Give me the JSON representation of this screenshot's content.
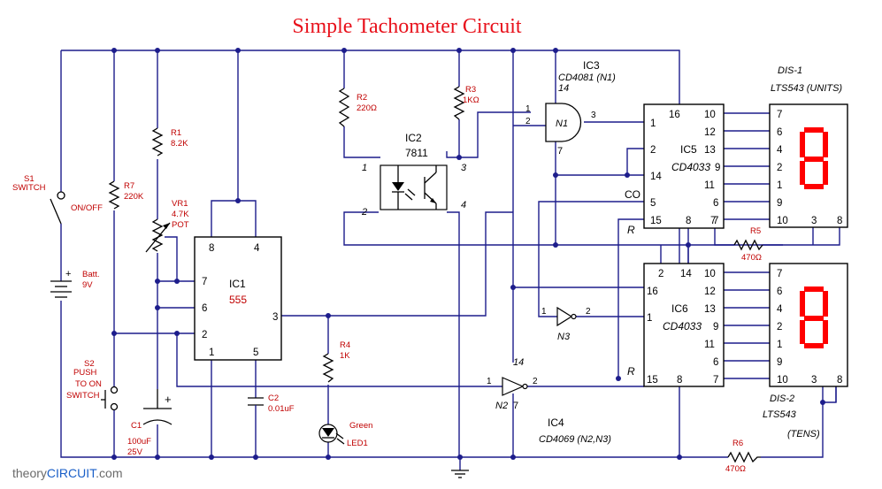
{
  "title": "Simple Tachometer Circuit",
  "watermark": {
    "prefix": "theory",
    "brand": "CIRCUIT",
    "suffix": ".com"
  },
  "s1": {
    "ref": "S1",
    "name": "SWITCH",
    "label": "ON/OFF"
  },
  "batt": {
    "name": "Batt.",
    "value": "9V",
    "plus": "+"
  },
  "s2": {
    "ref": "S2",
    "name1": "PUSH",
    "name2": "TO ON",
    "name3": "SWITCH"
  },
  "r7": {
    "ref": "R7",
    "value": "220K"
  },
  "r1": {
    "ref": "R1",
    "value": "8.2K"
  },
  "vr1": {
    "ref": "VR1",
    "value": "4.7K",
    "type": "POT"
  },
  "r2": {
    "ref": "R2",
    "value": "220Ω"
  },
  "r3": {
    "ref": "R3",
    "value": "1KΩ"
  },
  "ic2": {
    "ref": "IC2",
    "part": "7811",
    "pin1": "1",
    "pin2": "2",
    "pin3": "3",
    "pin4": "4"
  },
  "ic1": {
    "ref": "IC1",
    "part": "555",
    "pins": [
      "8",
      "4",
      "7",
      "6",
      "2",
      "1",
      "5",
      "3"
    ]
  },
  "r4": {
    "ref": "R4",
    "value": "1K"
  },
  "c1": {
    "ref": "C1",
    "value": "100uF",
    "voltage": "25V",
    "plus": "+"
  },
  "c2": {
    "ref": "C2",
    "value": "0.01uF"
  },
  "led1": {
    "ref": "LED1",
    "color": "Green"
  },
  "ic3": {
    "ref": "IC3",
    "part": "CD4081 (N1)",
    "gate": "N1",
    "pin14": "14",
    "pin7": "7",
    "pin1": "1",
    "pin2": "2",
    "pin3": "3"
  },
  "ic5": {
    "ref": "IC5",
    "part": "CD4033",
    "left_pins": [
      "1",
      "2",
      "14",
      "5",
      "15"
    ],
    "top_pin": "16",
    "bottom_pins": [
      "8",
      "7"
    ],
    "right_pins": [
      "10",
      "12",
      "13",
      "9",
      "11",
      "6",
      "7"
    ]
  },
  "ic6": {
    "ref": "IC6",
    "part": "CD4033",
    "top_pins": [
      "2",
      "14"
    ],
    "left_pins": [
      "16",
      "1",
      "15"
    ],
    "bottom_pin": "8",
    "right_pins": [
      "10",
      "12",
      "13",
      "9",
      "11",
      "6",
      "7"
    ]
  },
  "co_label": "CO",
  "reset_label": "R",
  "n3": {
    "ref": "N3",
    "pin_in": "1",
    "pin_out": "2"
  },
  "n2": {
    "ref": "N2",
    "pin_in": "1",
    "pin_out": "2",
    "pin14": "14",
    "pin7": "7"
  },
  "ic4": {
    "ref": "IC4",
    "part": "CD4069 (N2,N3)"
  },
  "r5": {
    "ref": "R5",
    "value": "470Ω"
  },
  "r6": {
    "ref": "R6",
    "value": "470Ω"
  },
  "dis1": {
    "ref": "DIS-1",
    "part": "LTS543  (UNITS)",
    "left_pins": [
      "7",
      "6",
      "4",
      "2",
      "1",
      "9",
      "10"
    ],
    "bottom_pins": [
      "3",
      "8"
    ]
  },
  "dis2": {
    "ref": "DIS-2",
    "part": "LTS543",
    "note": "(TENS)",
    "left_pins": [
      "7",
      "6",
      "4",
      "2",
      "1",
      "9",
      "10"
    ],
    "bottom_pins": [
      "3",
      "8"
    ]
  },
  "colors": {
    "wire": "#1d1d8c",
    "title": "#e8111b",
    "label": "#c00000",
    "display": "#ff0000",
    "brand": "#1a5fc8"
  }
}
